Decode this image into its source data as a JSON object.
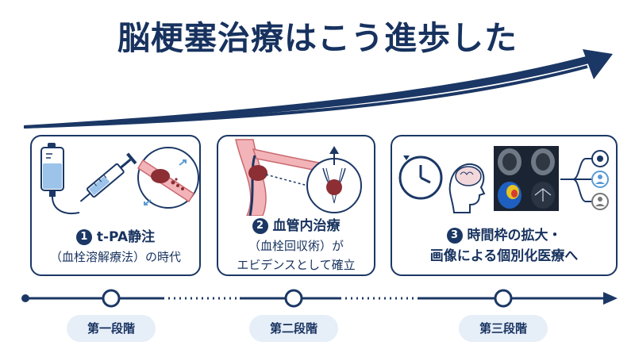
{
  "title": "脳梗塞治療はこう進歩した",
  "cards": [
    {
      "number": "1",
      "heading": "t-PA静注",
      "subtitle": "（血栓溶解療法）の時代"
    },
    {
      "number": "2",
      "heading": "血管内治療",
      "subtitle_line1": "（血栓回収術）が",
      "subtitle_line2": "エビデンスとして確立"
    },
    {
      "number": "3",
      "heading": "時間枠の拡大・",
      "subtitle": "画像による個別化医療へ"
    }
  ],
  "stages": [
    "第一段階",
    "第二段階",
    "第三段階"
  ],
  "colors": {
    "navy": "#1b3765",
    "stage_bg": "#e6eef8",
    "clot": "#8c2e33",
    "vessel": "#f2b4b8",
    "iv_fluid": "#9cc3ea"
  },
  "icons": [
    "iv-bag-icon",
    "syringe-icon",
    "blood-vessel-clot-icon",
    "catheter-icon",
    "retrieval-stent-icon",
    "clock-icon",
    "brain-head-icon",
    "brain-ct-scans-icon",
    "patient-icon"
  ]
}
